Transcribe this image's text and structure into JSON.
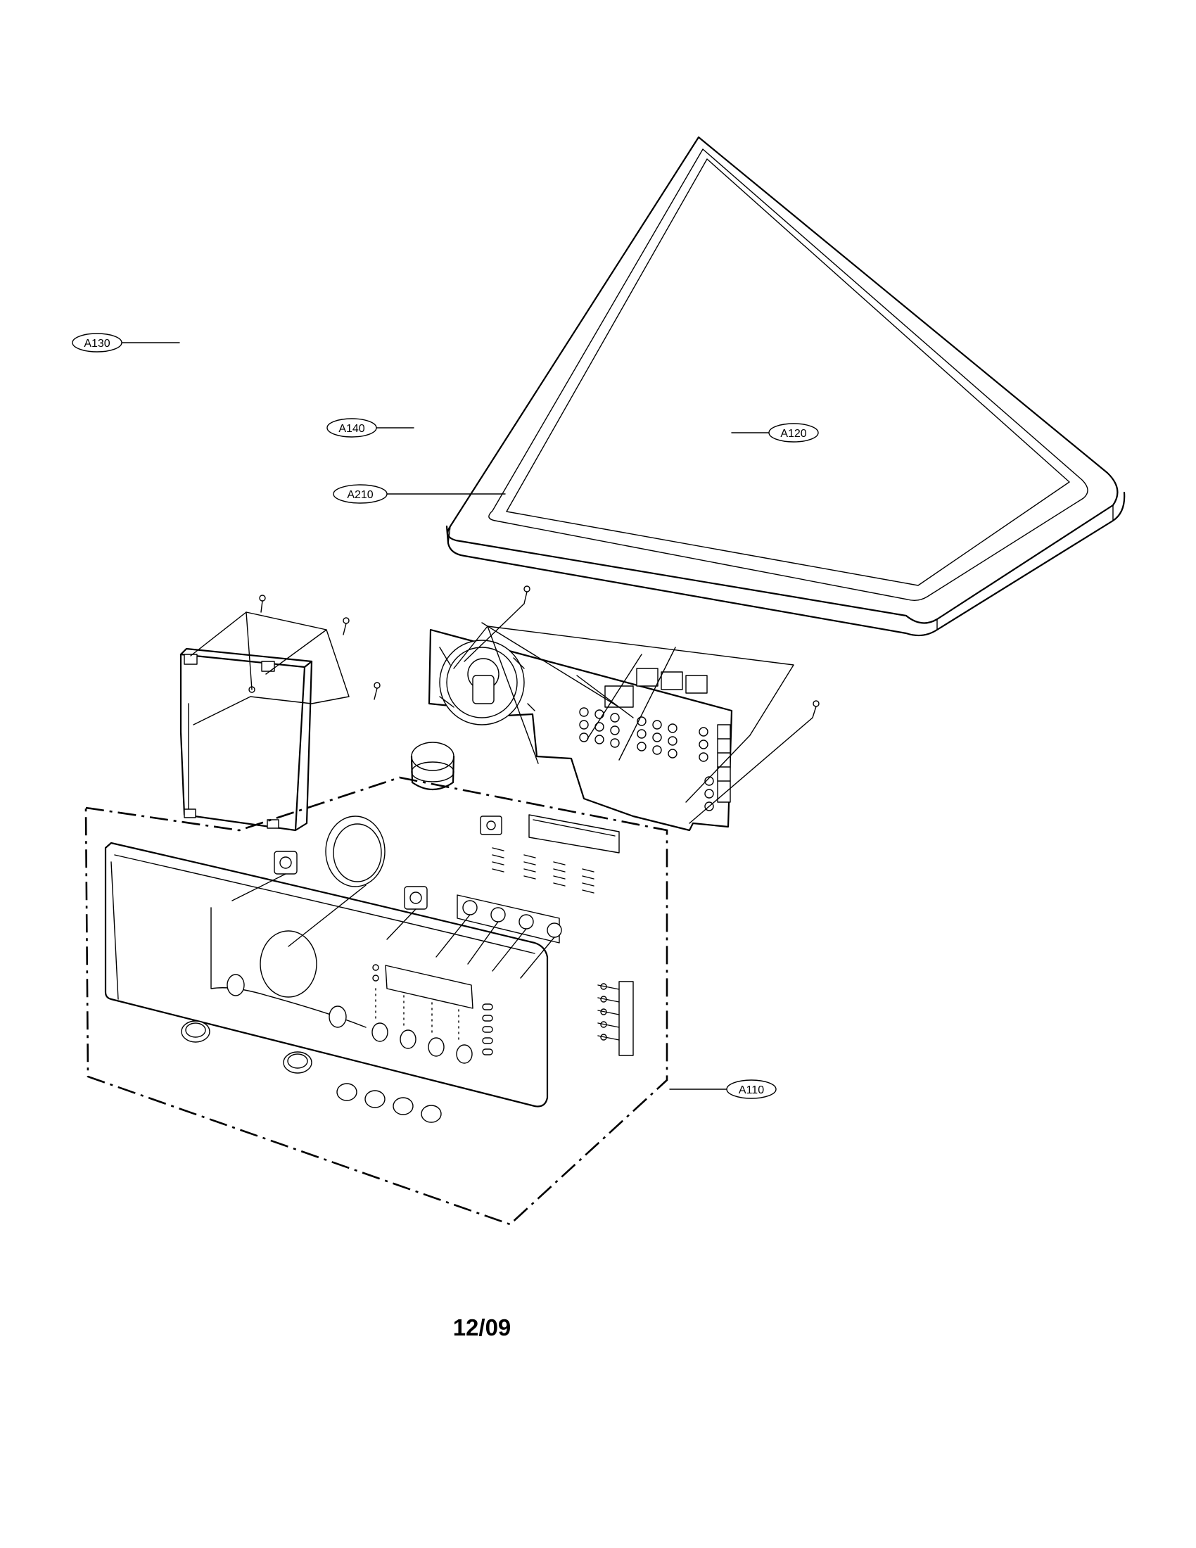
{
  "callouts": {
    "a210": "A210",
    "a130": "A130",
    "a140": "A140",
    "a120": "A120",
    "a110": "A110"
  },
  "footer": {
    "date_code": "12/09"
  }
}
